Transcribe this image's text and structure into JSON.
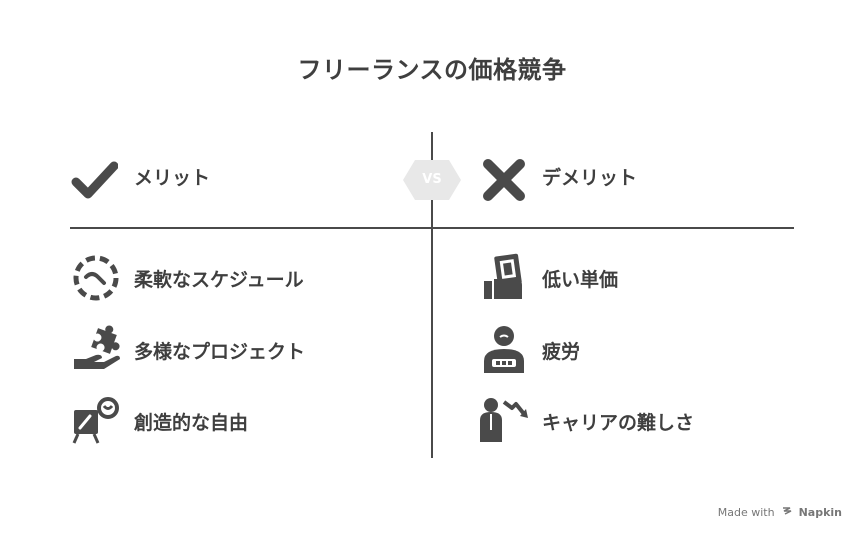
{
  "title": "フリーランスの価格競争",
  "vs_label": "VS",
  "merits": {
    "header": "メリット",
    "header_icon": "checkmark-icon",
    "items": [
      {
        "label": "柔軟なスケジュール",
        "icon": "dashed-circle-clock-icon"
      },
      {
        "label": "多様なプロジェクト",
        "icon": "hand-puzzle-piece-icon"
      },
      {
        "label": "創造的な自由",
        "icon": "easel-painting-icon"
      }
    ]
  },
  "demerits": {
    "header": "デメリット",
    "header_icon": "x-mark-icon",
    "items": [
      {
        "label": "低い単価",
        "icon": "hand-money-icon"
      },
      {
        "label": "疲労",
        "icon": "tired-person-icon"
      },
      {
        "label": "キャリアの難しさ",
        "icon": "person-decline-arrow-icon"
      }
    ]
  },
  "footer": {
    "made_with": "Made with",
    "brand": "Napkin"
  },
  "colors": {
    "icon": "#4a4a4a",
    "text": "#3f3f3f",
    "vs_badge": "#e8e8e8"
  }
}
